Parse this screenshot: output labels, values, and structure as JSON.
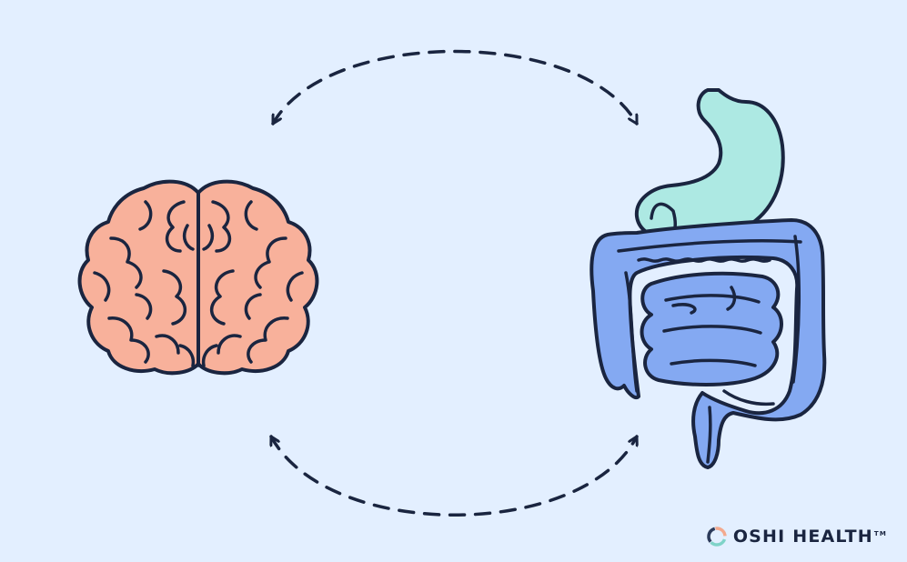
{
  "diagram": {
    "nodes": [
      {
        "id": "brain",
        "icon": "brain-icon",
        "fill": "#f8b19b"
      },
      {
        "id": "gut",
        "icon": "digestive-system-icon",
        "stomach_fill": "#ade9e3",
        "intestine_fill": "#84a9f2"
      }
    ],
    "edges": [
      {
        "from": "brain",
        "to": "gut",
        "style": "dashed",
        "direction": "bidirectional",
        "position": "top"
      },
      {
        "from": "gut",
        "to": "brain",
        "style": "dashed",
        "direction": "bidirectional",
        "position": "bottom"
      }
    ]
  },
  "logo": {
    "text": "OSHI HEALTH",
    "trademark": "TM",
    "icon": "oshi-ring-logo-icon"
  },
  "colors": {
    "background": "#e3efff",
    "outline": "#1a2540",
    "brain": "#f8b19b",
    "stomach": "#ade9e3",
    "intestine": "#84a9f2"
  }
}
